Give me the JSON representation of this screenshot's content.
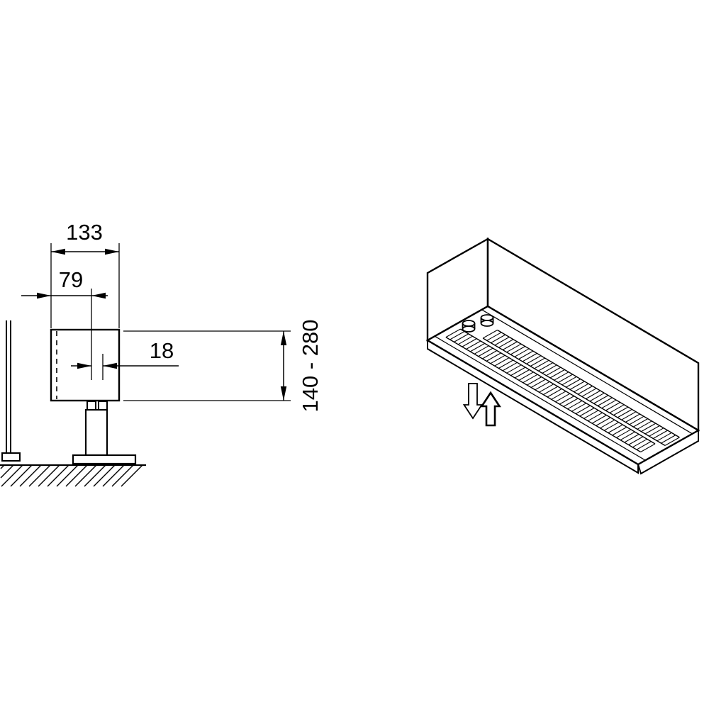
{
  "drawing": {
    "labels": {
      "width_total": "133",
      "width_offset": "79",
      "spacing": "18",
      "height_range": "140 - 280"
    }
  },
  "icons": {
    "airflow_down": "down-block-arrow-icon",
    "airflow_up": "up-block-arrow-icon"
  },
  "colors": {
    "line": "#000000",
    "background": "#ffffff"
  }
}
